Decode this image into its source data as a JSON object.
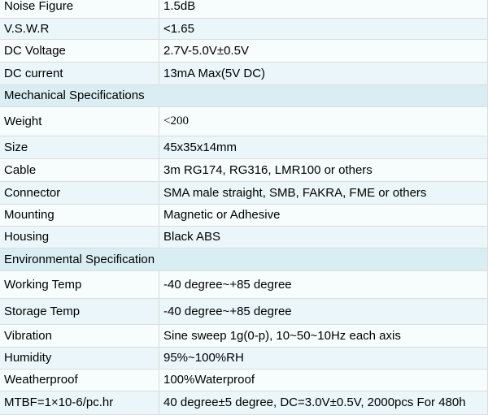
{
  "rows": [
    {
      "label": "Noise Figure",
      "value": "1.5dB"
    },
    {
      "label": "V.S.W.R",
      "value": "<1.65"
    },
    {
      "label": "DC Voltage",
      "value": "2.7V-5.0V±0.5V"
    },
    {
      "label": "DC current",
      "value": "13mA   Max(5V DC)"
    }
  ],
  "mechanical": {
    "heading": "Mechanical Specifications",
    "rows": [
      {
        "label": "Weight",
        "value": "<200"
      },
      {
        "label": "Size",
        "value": "45x35x14mm"
      },
      {
        "label": "Cable",
        "value": "3m RG174, RG316, LMR100 or others"
      },
      {
        "label": "Connector",
        "value": "SMA male straight, SMB, FAKRA, FME or others"
      },
      {
        "label": "Mounting",
        "value": "Magnetic or Adhesive"
      },
      {
        "label": "Housing",
        "value": "Black ABS"
      }
    ]
  },
  "environmental": {
    "heading": "Environmental Specification",
    "rows": [
      {
        "label": "Working Temp",
        "value": "-40 degree~+85 degree"
      },
      {
        "label": "Storage Temp",
        "value": "-40 degree~+85 degree"
      },
      {
        "label": "Vibration",
        "value": "Sine sweep 1g(0-p), 10~50~10Hz each axis"
      },
      {
        "label": "Humidity",
        "value": "95%~100%RH"
      },
      {
        "label": "Weatherproof",
        "value": "100%Waterproof"
      },
      {
        "label": "MTBF=1×10-6/pc.hr",
        "value": "40 degree±5 degree, DC=3.0V±0.5V, 2000pcs  For 480h"
      }
    ]
  }
}
